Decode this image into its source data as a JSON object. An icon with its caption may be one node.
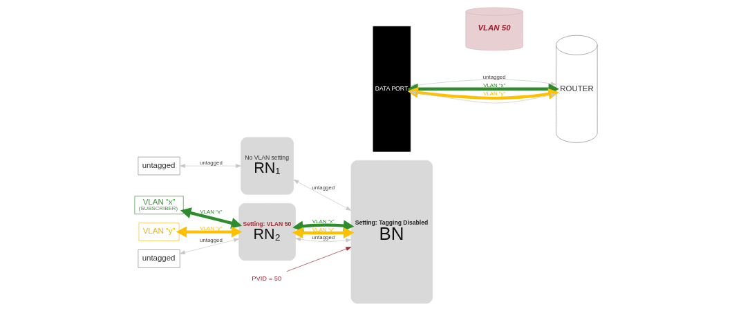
{
  "diagram": {
    "nodes": [
      {
        "text": [
          "untagged"
        ]
      },
      {
        "text": [
          "No VLAN setting",
          "RN₁"
        ]
      },
      {
        "text": [
          "VLAN “x”",
          "(SUBSCRIBER)"
        ]
      },
      {
        "text": [
          "VLAN “y”"
        ]
      },
      {
        "text": [
          "untagged"
        ]
      },
      {
        "text": [
          "Setting: VLAN 50",
          "RN₂"
        ]
      },
      {
        "text": [
          "Setting: Tagging Disabled",
          "BN"
        ]
      },
      {
        "text": [
          "DATA PORT"
        ]
      },
      {
        "text": [
          "VLAN 50"
        ]
      },
      {
        "text": [
          "ROUTER"
        ]
      },
      {
        "text": [
          "PVID = 50"
        ]
      }
    ],
    "edges": [
      {
        "from": 0,
        "to": 1,
        "arrow": "both",
        "label": "untagged"
      },
      {
        "from": 1,
        "to": 6,
        "arrow": "both",
        "label": "untagged"
      },
      {
        "from": 7,
        "to": 9,
        "arrow": "both",
        "label": "untagged"
      },
      {
        "from": 2,
        "to": 5,
        "arrow": "both",
        "label": "VLAN “x”",
        "style": "thick",
        "color": "#2e8b2e"
      },
      {
        "from": 3,
        "to": 5,
        "arrow": "both",
        "label": "VLAN “y”",
        "style": "thick",
        "color": "#ffc000"
      },
      {
        "from": 4,
        "to": 5,
        "arrow": "both",
        "label": "untagged"
      },
      {
        "from": 5,
        "to": 6,
        "arrow": "both",
        "label": "VLAN “x”",
        "style": "thick",
        "color": "#2e8b2e"
      },
      {
        "from": 5,
        "to": 6,
        "arrow": "both",
        "label": "VLAN “y”",
        "style": "thick",
        "color": "#ffc000"
      },
      {
        "from": 5,
        "to": 6,
        "arrow": "both",
        "label": "untagged"
      },
      {
        "from": 7,
        "to": 9,
        "arrow": "both",
        "label": "VLAN “x”",
        "style": "thick",
        "color": "#2e8b2e"
      },
      {
        "from": 7,
        "to": 9,
        "arrow": "both",
        "label": "VLAN “y”",
        "style": "thick",
        "color": "#ffc000"
      },
      {
        "from": 7,
        "to": 9,
        "arrow": "both"
      },
      {
        "from": 10,
        "to": 6,
        "arrow": "to",
        "color": "#a0303a"
      }
    ]
  }
}
